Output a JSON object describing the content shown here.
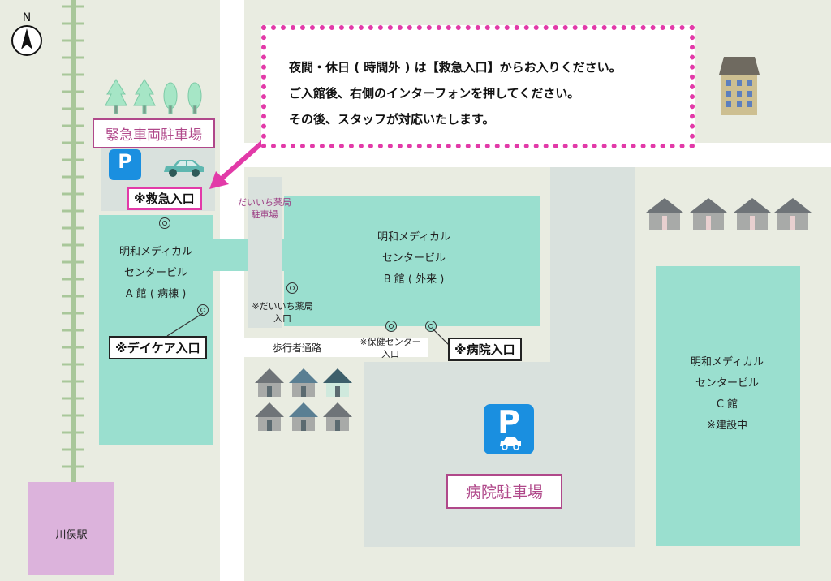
{
  "north_label": "N",
  "notice": {
    "line1": "夜間・休日 ( 時間外 ) は【救急入口】からお入りください。",
    "line2": "ご入館後、右側のインターフォンを押してください。",
    "line3": "その後、スタッフが対応いたします。"
  },
  "labels": {
    "emergency_parking": "緊急車両駐車場",
    "emergency_entrance": "※救急入口",
    "building_a": "明和メディカル\nセンタービル\nA 館 ( 病棟 )",
    "daycare_entrance": "※デイケア入口",
    "building_b": "明和メディカル\nセンタービル\nB 館 ( 外来 )",
    "hospital_entrance": "※病院入口",
    "building_c": "明和メディカル\nセンタービル\nC 館\n※建設中",
    "pharmacy_parking": "だいいち薬局\n駐車場",
    "pharmacy_entrance": "※だいいち薬局\n入口",
    "pedestrian_path": "歩行者通路",
    "health_center_entrance": "※保健センター\n入口",
    "hospital_parking": "病院駐車場",
    "station": "川俣駅",
    "parking_sign": "P"
  },
  "colors": {
    "building": "#9adfcf",
    "parking_lot": "#d9e1dd",
    "notice_border": "#e23aa8",
    "arrow": "#e23aa8",
    "label_border": "#b0488a",
    "station": "#dcb3dc",
    "rail": "#a9c79a",
    "parking_sign": "#1a8fe0"
  },
  "icons": [
    "north-arrow-icon",
    "tree-icon",
    "car-icon",
    "house-icon",
    "entrance-marker-icon",
    "parking-sign-icon"
  ]
}
